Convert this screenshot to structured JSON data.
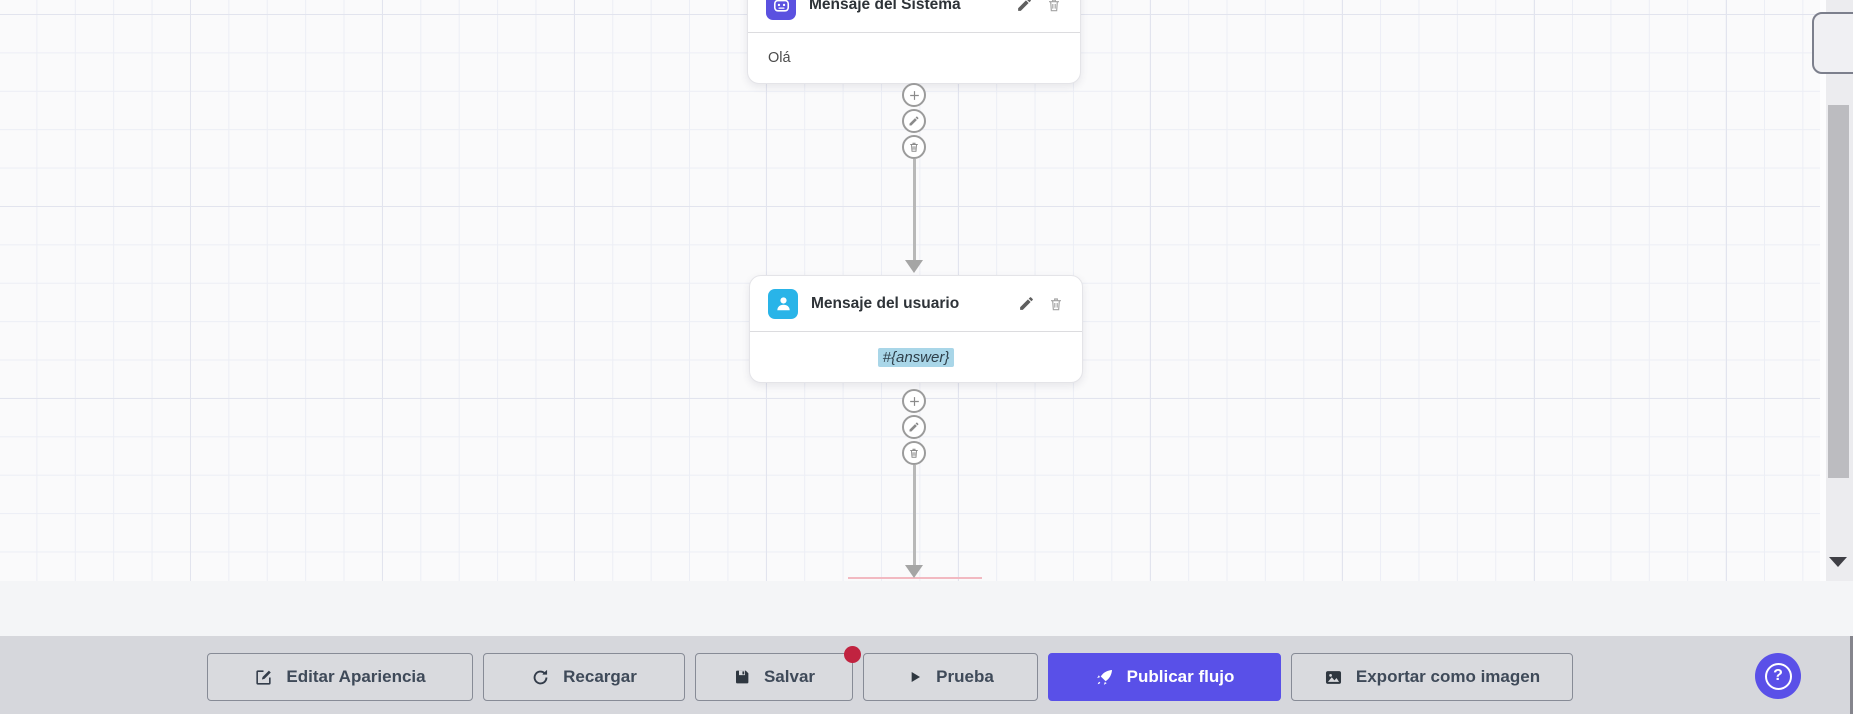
{
  "canvas": {
    "nodes": [
      {
        "title": "Mensaje del Sistema",
        "content": "Olá",
        "icon": "robot-icon",
        "icon_color": "#5b51e0"
      },
      {
        "title": "Mensaje del usuario",
        "content": "#{answer}",
        "icon": "user-icon",
        "icon_color": "#29b4e8",
        "content_highlight": "#a9d6e8"
      }
    ],
    "connector_actions": [
      "add",
      "edit",
      "delete"
    ]
  },
  "toolbar": {
    "buttons": [
      {
        "label": "Editar Apariencia",
        "icon": "edit-appearance-icon"
      },
      {
        "label": "Recargar",
        "icon": "refresh-icon"
      },
      {
        "label": "Salvar",
        "icon": "save-icon",
        "badge": "unsaved-dot"
      },
      {
        "label": "Prueba",
        "icon": "play-icon"
      },
      {
        "label": "Publicar flujo",
        "icon": "rocket-icon",
        "primary": true
      },
      {
        "label": "Exportar como imagen",
        "icon": "image-icon"
      }
    ]
  },
  "help_button": {
    "label": "?"
  },
  "colors": {
    "accent": "#5950e8",
    "system_node_icon_bg": "#5b51e0",
    "user_node_icon_bg": "#29b4e8",
    "answer_highlight": "#a9d6e8",
    "unsaved_badge": "#c12340",
    "toolbar_bg": "#d6d7dc",
    "canvas_bg": "#fafafb"
  }
}
